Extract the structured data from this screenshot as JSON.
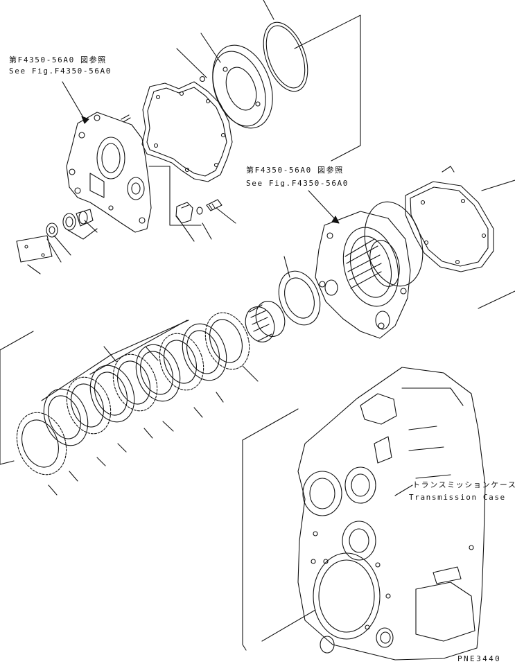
{
  "references": {
    "top_left": {
      "jp": "第F4350-56A0 図参照",
      "en": "See Fig.F4350-56A0"
    },
    "middle_right": {
      "jp": "第F4350-56A0 図参照",
      "en": "See Fig.F4350-56A0"
    }
  },
  "transmission_case": {
    "jp": "トランスミッションケース",
    "en": "Transmission Case"
  },
  "drawing_code": "PNE3440",
  "colors": {
    "line": "#111111",
    "background": "#ffffff"
  }
}
